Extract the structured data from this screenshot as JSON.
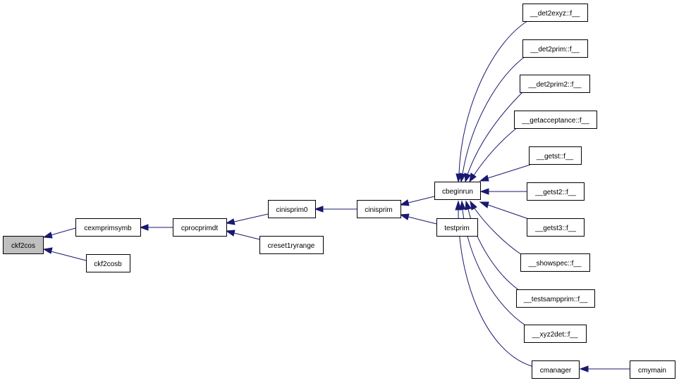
{
  "graph": {
    "colors": {
      "edge": "#191970",
      "root_fill": "#bfbfbf",
      "node_fill": "#ffffff",
      "node_border": "#000000"
    },
    "nodes": {
      "ckf2cos": "ckf2cos",
      "cexmprimsymb": "cexmprimsymb",
      "ckf2cosb": "ckf2cosb",
      "cprocprimdt": "cprocprimdt",
      "cinisprim0": "cinisprim0",
      "creset1ryrange": "creset1ryrange",
      "cinisprim": "cinisprim",
      "cbeginrun": "cbeginrun",
      "testprim": "testprim",
      "det2exyz": "__det2exyz::f__",
      "det2prim": "__det2prim::f__",
      "det2prim2": "__det2prim2::f__",
      "getacceptance": "__getacceptance::f__",
      "getst": "__getst::f__",
      "getst2": "__getst2::f__",
      "getst3": "__getst3::f__",
      "showspec": "__showspec::f__",
      "testsampprim": "__testsampprim::f__",
      "xyz2det": "__xyz2det::f__",
      "cmanager": "cmanager",
      "cmymain": "cmymain"
    }
  }
}
